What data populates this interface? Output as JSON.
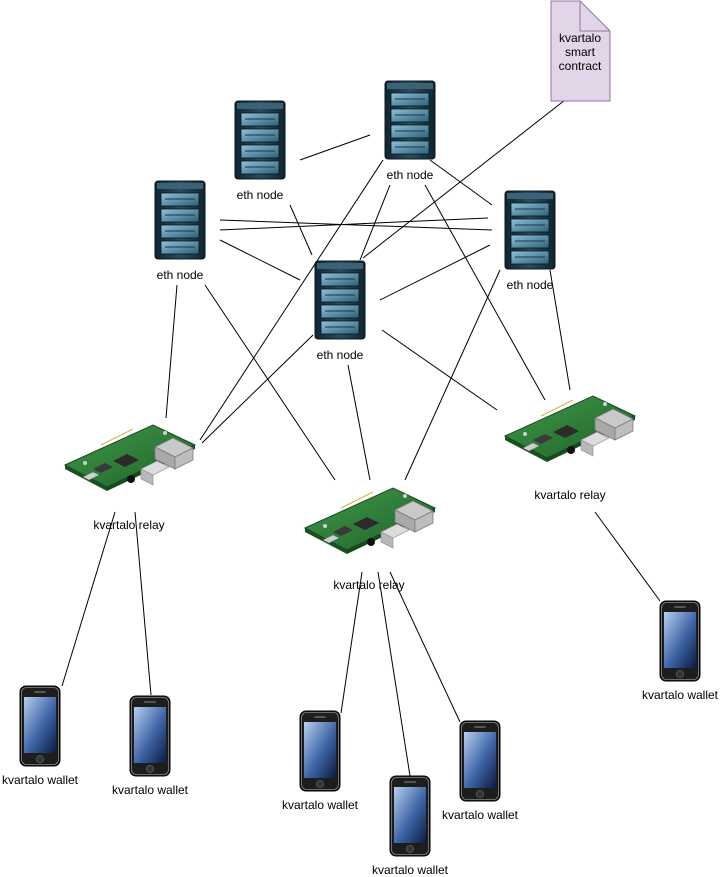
{
  "contract": {
    "label": "kvartalo\nsmart\ncontract"
  },
  "eth_nodes": [
    {
      "label": "eth node"
    },
    {
      "label": "eth node"
    },
    {
      "label": "eth node"
    },
    {
      "label": "eth node"
    },
    {
      "label": "eth node"
    }
  ],
  "relays": [
    {
      "label": "kvartalo relay"
    },
    {
      "label": "kvartalo relay"
    },
    {
      "label": "kvartalo relay"
    }
  ],
  "wallets": [
    {
      "label": "kvartalo wallet"
    },
    {
      "label": "kvartalo wallet"
    },
    {
      "label": "kvartalo wallet"
    },
    {
      "label": "kvartalo wallet"
    },
    {
      "label": "kvartalo wallet"
    },
    {
      "label": "kvartalo wallet"
    }
  ],
  "colors": {
    "contract_fill": "#e1d5e7",
    "contract_stroke": "#9673a6",
    "server_body": "#1f3a4a",
    "server_face": "#5a8fa8",
    "board_green": "#2e7d3a",
    "phone_body": "#2a2a2a",
    "phone_screen": "#5b7fb0",
    "edge": "#000000"
  }
}
